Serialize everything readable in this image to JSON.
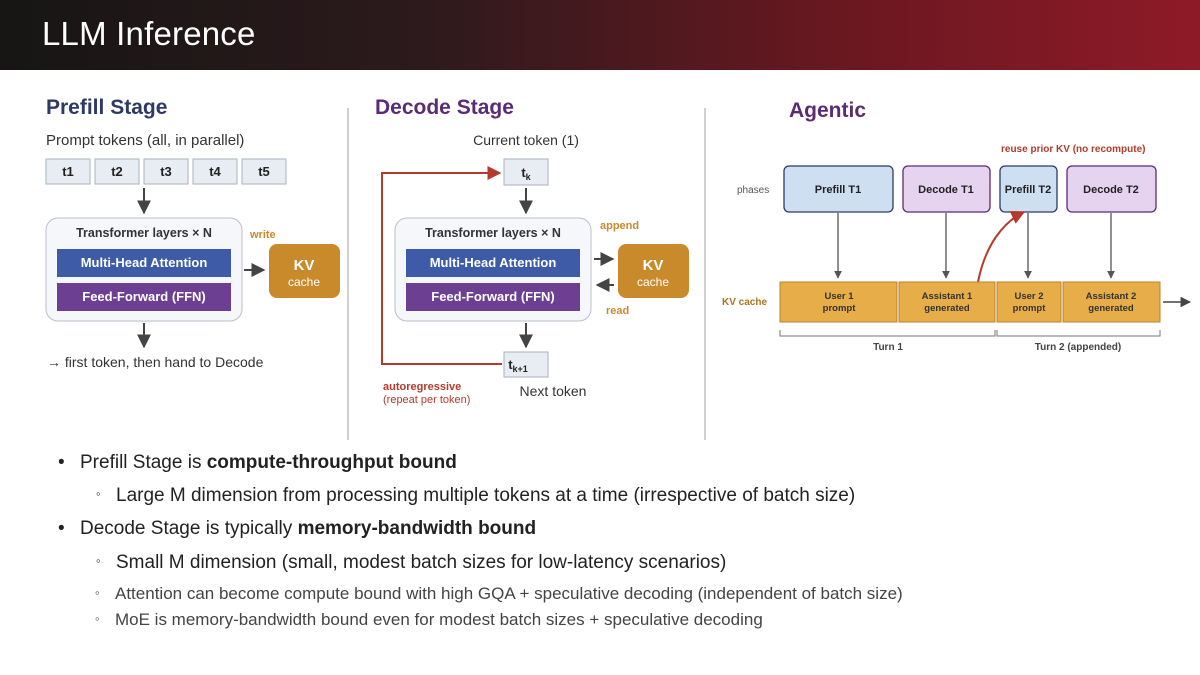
{
  "slide": {
    "title": "LLM Inference"
  },
  "prefill": {
    "heading": "Prefill Stage",
    "prompt_label": "Prompt tokens (all, in parallel)",
    "tokens": [
      "t1",
      "t2",
      "t3",
      "t4",
      "t5"
    ],
    "transformer_title": "Transformer layers × N",
    "attention_label": "Multi-Head Attention",
    "ffn_label": "Feed-Forward (FFN)",
    "write_label": "write",
    "kv_title": "KV",
    "kv_sub": "cache",
    "output_label": "→ first token, then hand to Decode"
  },
  "decode": {
    "heading": "Decode Stage",
    "current_label": "Current token (1)",
    "current_token_base": "t",
    "current_token_sub": "k",
    "transformer_title": "Transformer layers × N",
    "attention_label": "Multi-Head Attention",
    "ffn_label": "Feed-Forward (FFN)",
    "append_label": "append",
    "read_label": "read",
    "kv_title": "KV",
    "kv_sub": "cache",
    "next_token_base": "t",
    "next_token_sub": "k+1",
    "next_label": "Next token",
    "autoregressive_label": "autoregressive",
    "repeat_label": "(repeat per token)"
  },
  "agentic": {
    "heading": "Agentic",
    "reuse_label": "reuse prior KV (no recompute)",
    "phases_label": "phases",
    "phases": [
      "Prefill T1",
      "Decode T1",
      "Prefill T2",
      "Decode T2"
    ],
    "kv_label": "KV cache",
    "segments": [
      {
        "line1": "User 1",
        "line2": "prompt"
      },
      {
        "line1": "Assistant 1",
        "line2": "generated"
      },
      {
        "line1": "User 2",
        "line2": "prompt"
      },
      {
        "line1": "Assistant 2",
        "line2": "generated"
      }
    ],
    "turn1_label": "Turn 1",
    "turn2_label": "Turn 2  (appended)"
  },
  "colors": {
    "heading_navy": "#2e3a66",
    "heading_purple": "#5b2b73",
    "token_fill": "#e8edf3",
    "attention_blue": "#3d5ba6",
    "ffn_purple": "#6d3f92",
    "kv_orange": "#c98a2c",
    "segment_fill": "#e7ad48",
    "red_arrow": "#b33a2d",
    "prefill_phase_fill": "#cfdff2",
    "decode_phase_fill": "#e6d3ef"
  },
  "bullets": [
    {
      "prefix": "Prefill Stage is ",
      "bold": "compute-throughput bound"
    },
    {
      "text": "Large M dimension from processing multiple tokens at a time (irrespective of batch size)"
    },
    {
      "prefix": "Decode Stage is typically ",
      "bold": "memory-bandwidth bound"
    },
    {
      "text": "Small M dimension (small, modest batch sizes for low-latency scenarios)"
    },
    {
      "text": "Attention can become compute bound with high GQA + speculative decoding (independent of batch size)"
    },
    {
      "text": "MoE is memory-bandwidth bound even for modest batch sizes + speculative decoding"
    }
  ]
}
